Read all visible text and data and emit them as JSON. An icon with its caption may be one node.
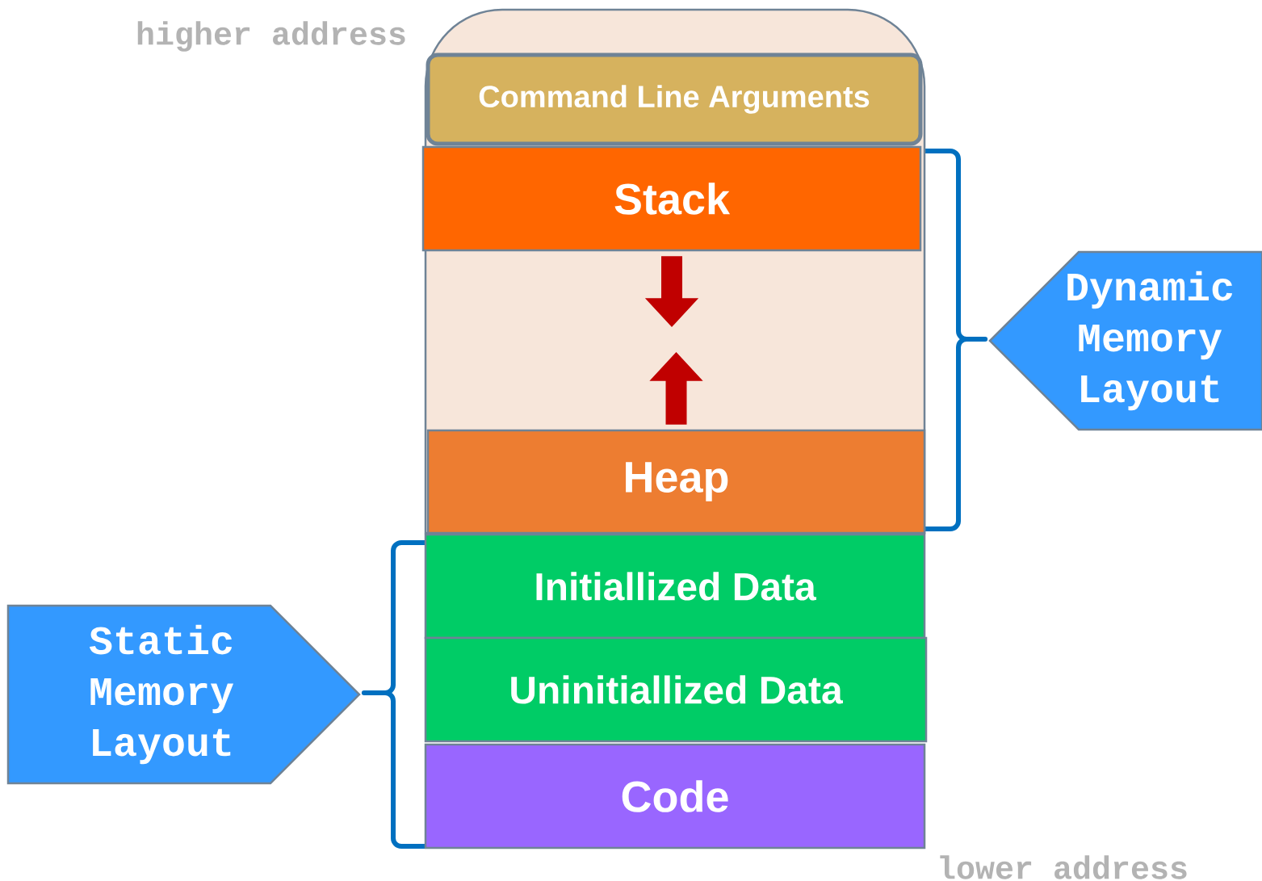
{
  "diagram": {
    "nodes": [
      {
        "text": [],
        "shape": "box"
      },
      {
        "text": [
          "Command Line Arguments"
        ],
        "in": 0
      },
      {
        "text": [
          "Stack"
        ],
        "in": 0
      },
      {
        "text": [
          "Heap"
        ],
        "in": 0
      },
      {
        "text": [
          "Initiallized Data"
        ]
      },
      {
        "text": [
          "Uninitiallized Data"
        ]
      },
      {
        "text": [
          "Code"
        ]
      },
      {
        "text": [
          "Dynamic Memory Layout"
        ]
      },
      {
        "text": [
          "Static Memory Layout"
        ]
      }
    ],
    "edges": [
      {
        "from": 2,
        "to": null,
        "arrow": "to"
      },
      {
        "from": 3,
        "to": null,
        "arrow": "to"
      }
    ],
    "labels": [
      "higher address",
      "lower address"
    ]
  }
}
